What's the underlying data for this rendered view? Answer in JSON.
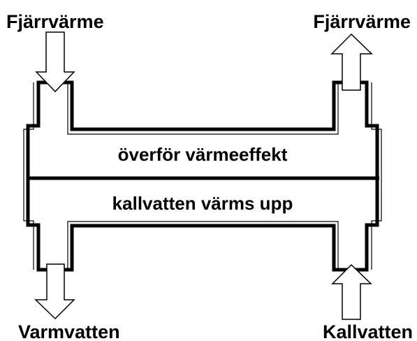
{
  "labels": {
    "top_left": "Fjärrvärme",
    "top_right": "Fjärrvärme",
    "bottom_left": "Varmvatten",
    "bottom_right": "Kallvatten",
    "upper_chamber": "överför värmeeffekt",
    "lower_chamber": "kallvatten värms upp"
  },
  "colors": {
    "line": "#000000",
    "background": "#ffffff"
  }
}
